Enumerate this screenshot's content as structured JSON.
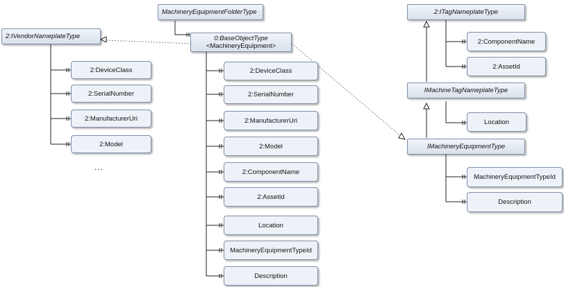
{
  "folder_type": "MachineryEquipmentFolderType",
  "base_object": {
    "type": "0:BaseObjectType",
    "name": "<MachineryEquipment>"
  },
  "vendor_nameplate": {
    "type": "2:IVendorNameplateType",
    "properties": [
      "2:DeviceClass",
      "2:SerialNumber",
      "2:ManufacturerUri",
      "2:Model"
    ],
    "more": "..."
  },
  "machinery_equipment_properties": [
    "2:DeviceClass",
    "2:SerialNumber",
    "2:ManufacturerUri",
    "2:Model",
    "2:ComponentName",
    "2:AssetId",
    "Location",
    "MachineryEquipmentTypeId",
    "Description"
  ],
  "tag_nameplate": {
    "type": "2:ITagNameplateType",
    "properties": [
      "2:ComponentName",
      "2:AssetId"
    ]
  },
  "machine_tag_nameplate": {
    "type": "IMachineTagNameplateType",
    "properties": [
      "Location"
    ]
  },
  "machinery_equipment_interface": {
    "type": "IMachineryEquipmentType",
    "properties": [
      "MachineryEquipmentTypeId",
      "Description"
    ]
  }
}
